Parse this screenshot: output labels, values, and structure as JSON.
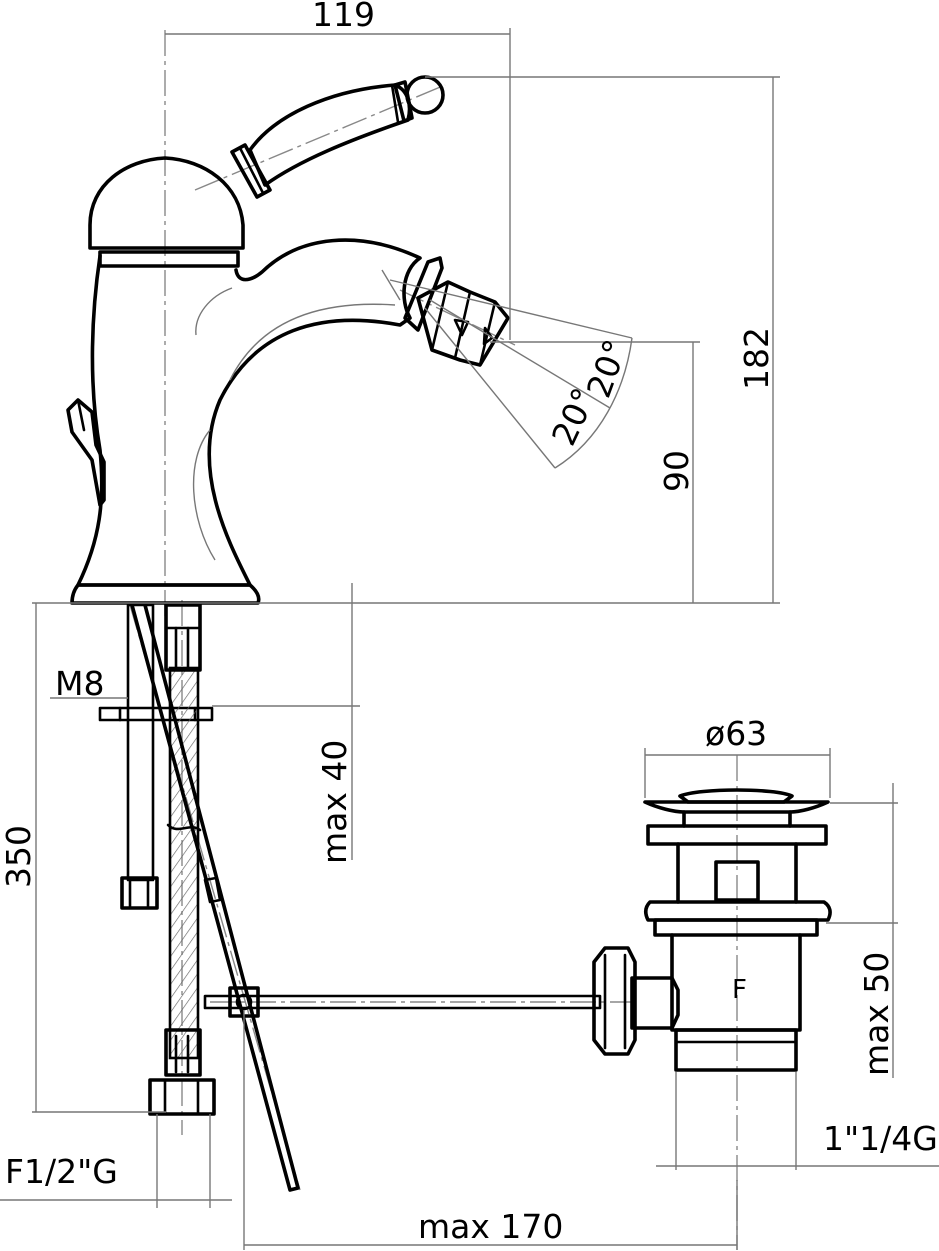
{
  "drawing": {
    "dims": {
      "width_top": "119",
      "height_total": "182",
      "height_spout": "90",
      "angle_upper": "20°",
      "angle_lower": "20°",
      "rod_thread": "M8",
      "max_thickness": "max 40",
      "hose_length": "350",
      "inlet_thread": "F1/2\"G",
      "waste_diameter": "ø63",
      "waste_height": "max 50",
      "waste_thread": "1\"1/4G",
      "rod_length": "max 170",
      "waste_marking": "F"
    }
  }
}
